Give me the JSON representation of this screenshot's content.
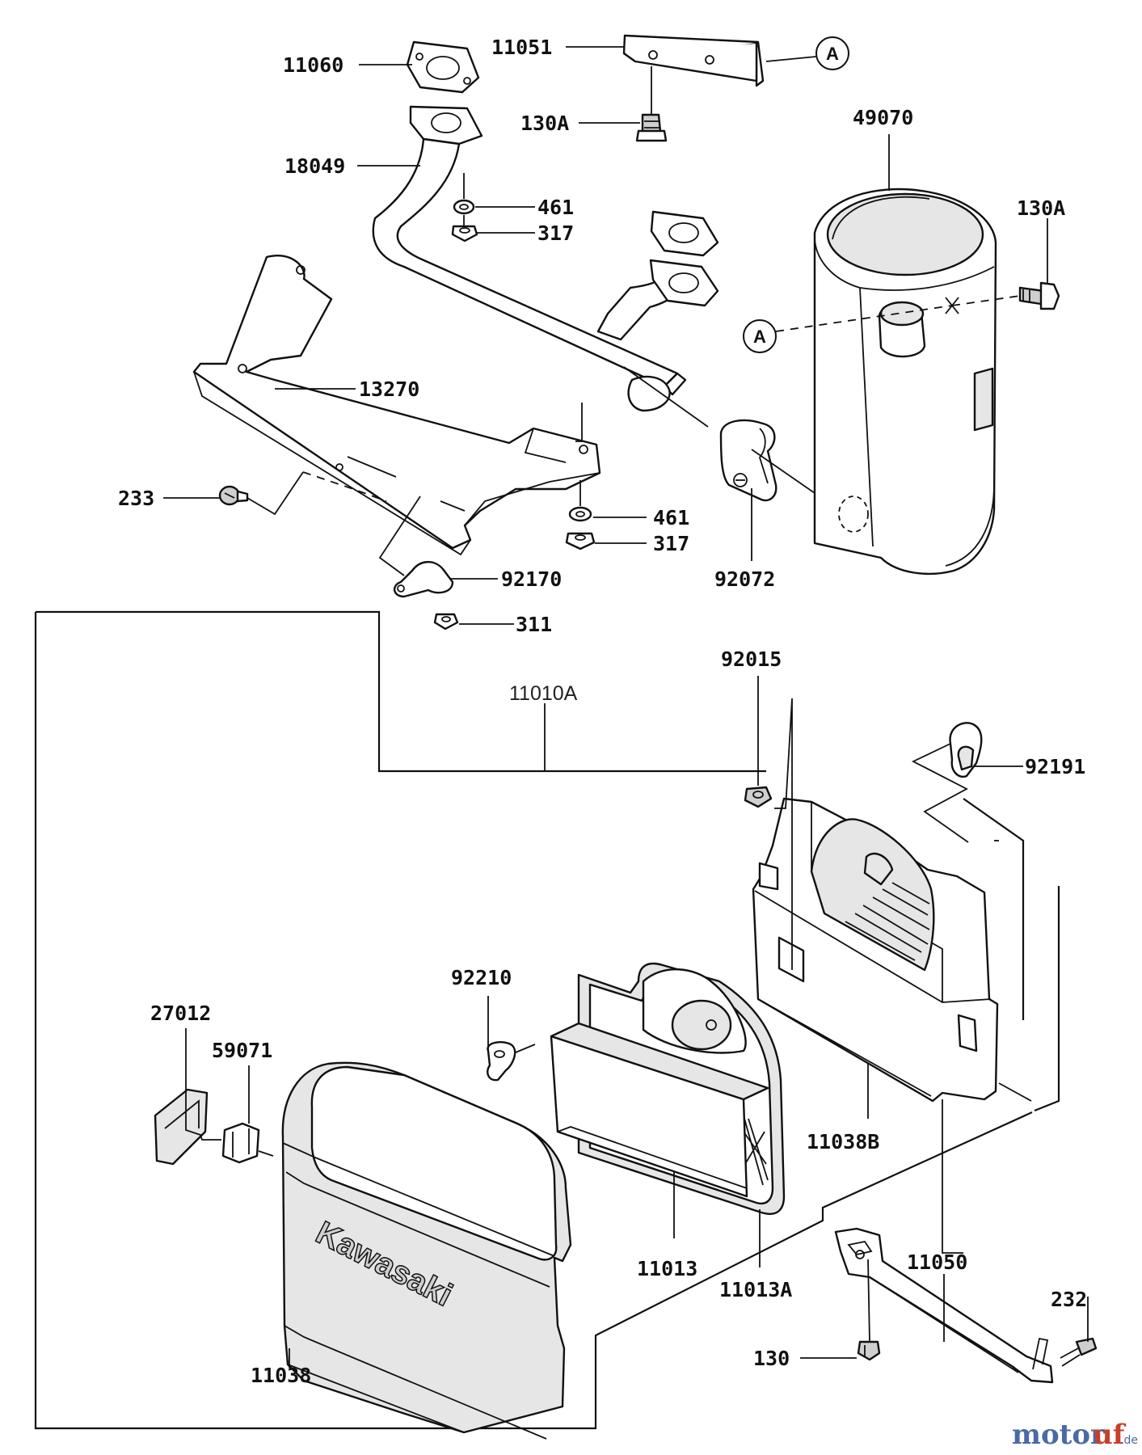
{
  "diagram": {
    "part_labels": [
      "11060",
      "11051",
      "130A",
      "18049",
      "461",
      "317",
      "49070",
      "130A",
      "13270",
      "233",
      "461",
      "317",
      "92072",
      "92170",
      "311",
      "92015",
      "11010A",
      "92191",
      "92210",
      "27012",
      "59071",
      "11038B",
      "11013",
      "11013A",
      "11038",
      "11050",
      "232",
      "130"
    ],
    "reference_marks": [
      "A",
      "A"
    ],
    "cover_logo": "Kawasaki"
  },
  "watermark": {
    "brand_a": "motor",
    "brand_b": "uf",
    "suffix": ".de"
  }
}
